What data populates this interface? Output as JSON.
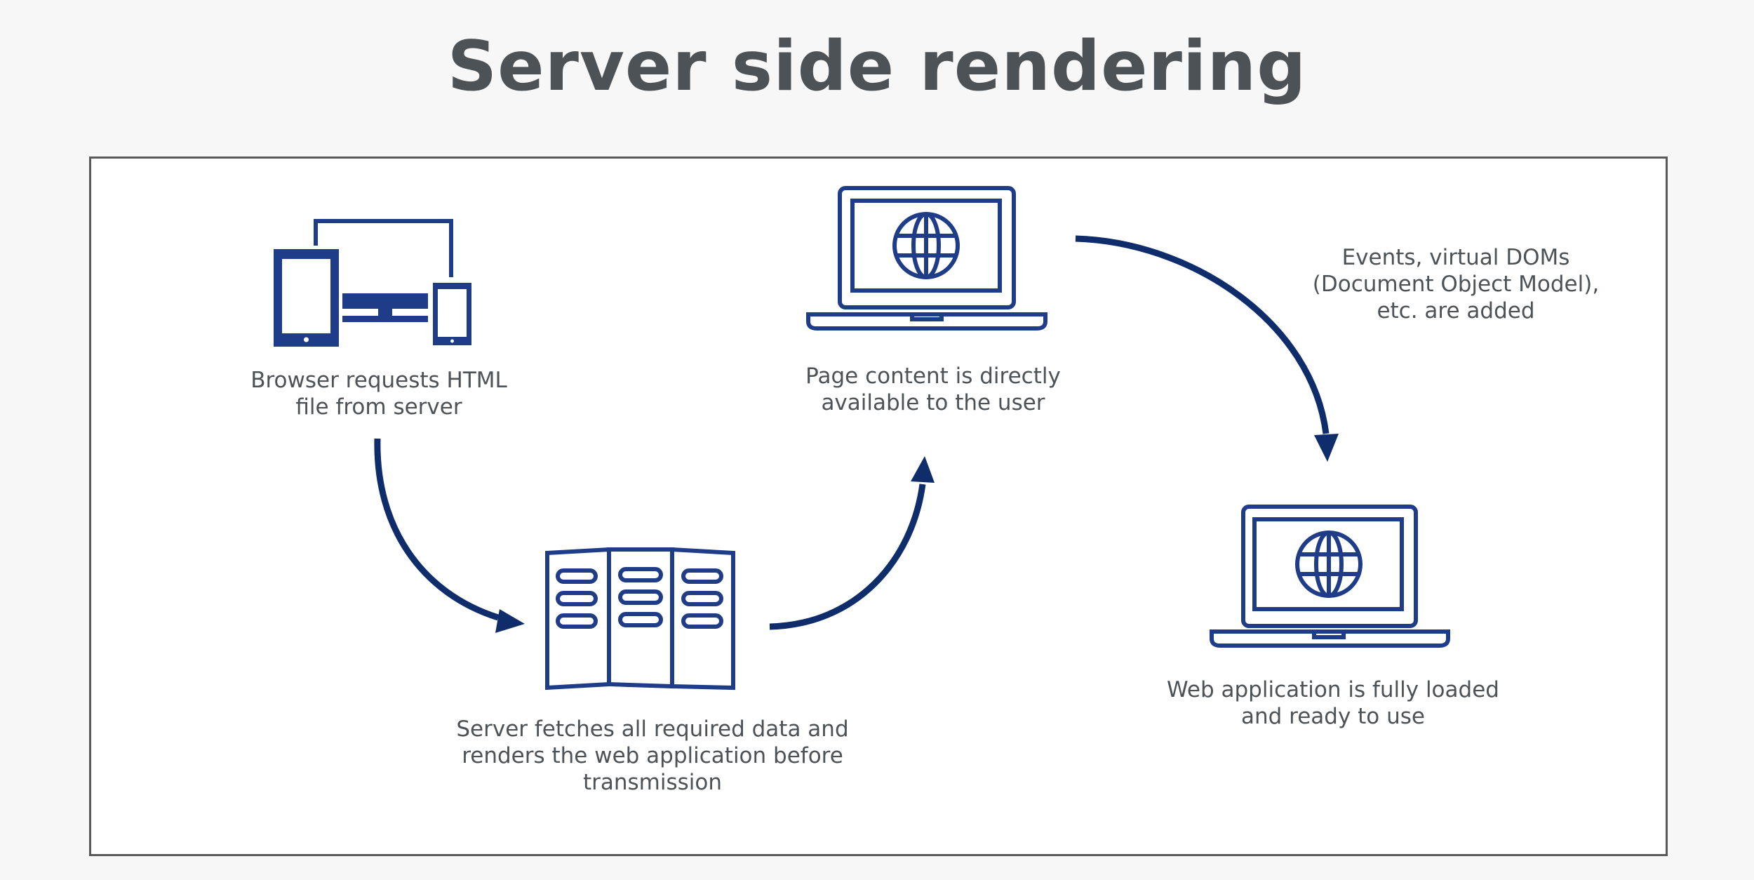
{
  "title": "Server side rendering",
  "colors": {
    "icon": "#1f3c88",
    "arrow": "#0f2d6b",
    "text": "#4d5256",
    "background": "#f7f7f7",
    "panel": "#ffffff"
  },
  "steps": [
    {
      "icon": "multi-device-icon",
      "label": "Browser requests HTML\nfile from server"
    },
    {
      "icon": "server-rack-icon",
      "label": "Server fetches all required data and\nrenders the web application before\ntransmission"
    },
    {
      "icon": "laptop-globe-icon",
      "label": "Page content is directly\navailable to the user"
    },
    {
      "icon": "laptop-globe-icon",
      "label": "Web application is fully loaded\nand ready to use"
    }
  ],
  "annotation": "Events, virtual DOMs\n(Document Object Model),\netc. are added"
}
